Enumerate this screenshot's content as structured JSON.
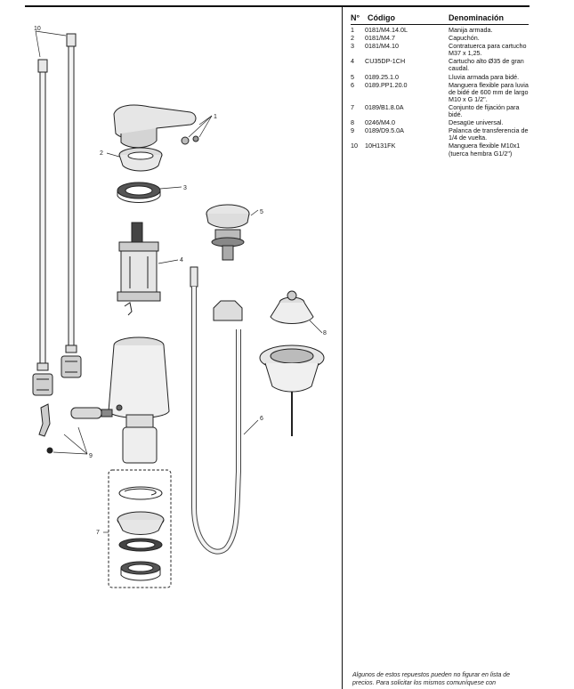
{
  "table": {
    "header": {
      "n": "N°",
      "code": "Código",
      "denomination": "Denominación"
    },
    "rows": [
      {
        "n": "1",
        "code": "0181/M4.14.0L",
        "denomination": "Manija armada."
      },
      {
        "n": "2",
        "code": "0181/M4.7",
        "denomination": "Capuchón."
      },
      {
        "n": "3",
        "code": "0181/M4.10",
        "denomination": "Contratuerca para cartucho M37 x 1,25."
      },
      {
        "n": "4",
        "code": "CU35DP-1CH",
        "denomination": "Cartucho alto Ø35 de gran caudal."
      },
      {
        "n": "5",
        "code": "0189.25.1.0",
        "denomination": "Lluvia armada para bidé."
      },
      {
        "n": "6",
        "code": "0189.PP1.20.0",
        "denomination": "Manguera flexible para luvia de bidé de 600 mm de largo M10 x G 1/2\"."
      },
      {
        "n": "7",
        "code": "0189/B1.8.0A",
        "denomination": "Conjunto de fijación para bidé."
      },
      {
        "n": "8",
        "code": "0246/M4.0",
        "denomination": "Desagüe universal."
      },
      {
        "n": "9",
        "code": "0189/D9.5.0A",
        "denomination": "Palanca de transferencia de 1/4 de vuelta."
      },
      {
        "n": "10",
        "code": "10H131FK",
        "denomination": "Manguera flexible M10x1 (tuerca hembra G1/2\")"
      }
    ]
  },
  "callouts": {
    "c1": "1",
    "c2": "2",
    "c3": "3",
    "c4": "4",
    "c5": "5",
    "c6": "6",
    "c7": "7",
    "c8": "8",
    "c9": "9",
    "c10": "10"
  },
  "footnote": "Algunos de estos repuestos pueden no figurar en lista de precios. Para solicitar los mismos comuníquese con"
}
